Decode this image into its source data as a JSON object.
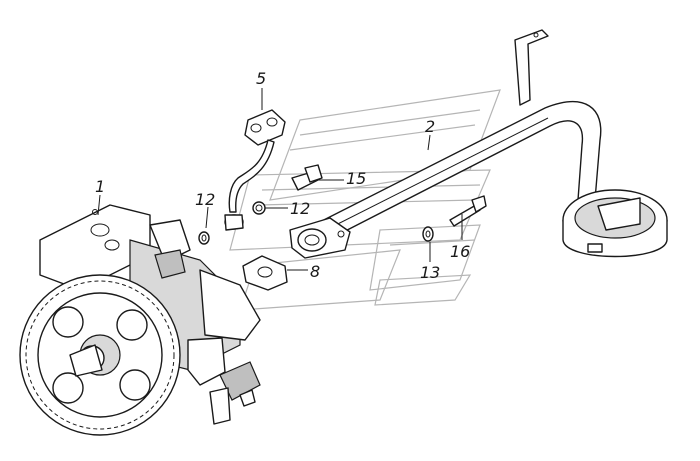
{
  "diagram": {
    "callouts": [
      {
        "id": "c1",
        "label": "1"
      },
      {
        "id": "c2",
        "label": "2"
      },
      {
        "id": "c5",
        "label": "5"
      },
      {
        "id": "c8",
        "label": "8"
      },
      {
        "id": "c12a",
        "label": "12"
      },
      {
        "id": "c12b",
        "label": "12"
      },
      {
        "id": "c13",
        "label": "13"
      },
      {
        "id": "c15",
        "label": "15"
      },
      {
        "id": "c16",
        "label": "16"
      }
    ]
  }
}
